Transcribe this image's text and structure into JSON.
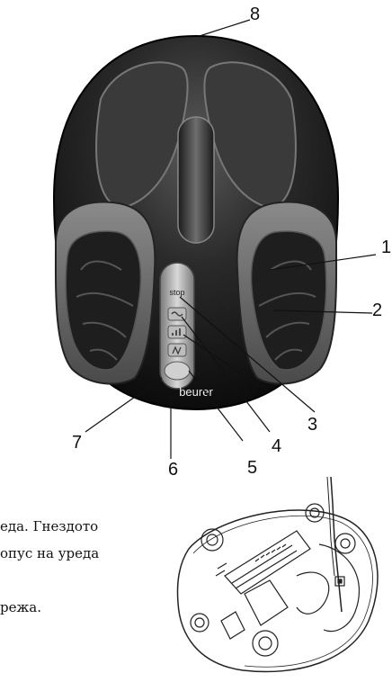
{
  "callouts": {
    "n1": "1",
    "n2": "2",
    "n3": "3",
    "n4": "4",
    "n5": "5",
    "n6": "6",
    "n7": "7",
    "n8": "8"
  },
  "device": {
    "brand": "beurer",
    "stop_label": "stop"
  },
  "text_fragments": {
    "line1": "еда. Гнездото",
    "line2": "опус на уреда",
    "line3": "режа."
  }
}
